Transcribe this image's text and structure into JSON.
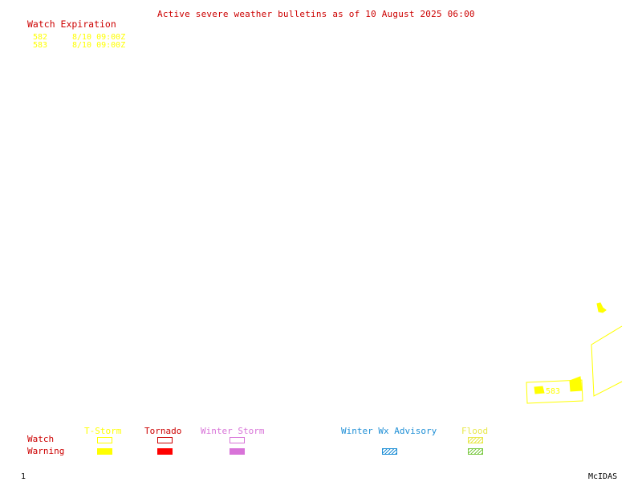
{
  "title": "Active severe weather bulletins as of 10 August 2025 06:00",
  "watch_expiration": {
    "header": "Watch Expiration",
    "rows": [
      {
        "number": "582",
        "expires": "8/10 09:00Z"
      },
      {
        "number": "583",
        "expires": "8/10 09:00Z"
      }
    ]
  },
  "map": {
    "watch_labels": [
      "583"
    ]
  },
  "legend": {
    "row_labels": {
      "watch": "Watch",
      "warning": "Warning"
    },
    "categories": [
      {
        "key": "tstorm",
        "label": "T-Storm",
        "color": "#ffff00"
      },
      {
        "key": "tornado",
        "label": "Tornado",
        "color": "#ff0000"
      },
      {
        "key": "winter_storm",
        "label": "Winter Storm",
        "color": "#d873d8"
      },
      {
        "key": "winter_wx_advisory",
        "label": "Winter Wx Advisory",
        "color": "#1f8fd6"
      },
      {
        "key": "flood",
        "label": "Flood",
        "color": "#e8e84a"
      }
    ]
  },
  "footer": {
    "frame_number": "1",
    "brand": "McIDAS"
  }
}
